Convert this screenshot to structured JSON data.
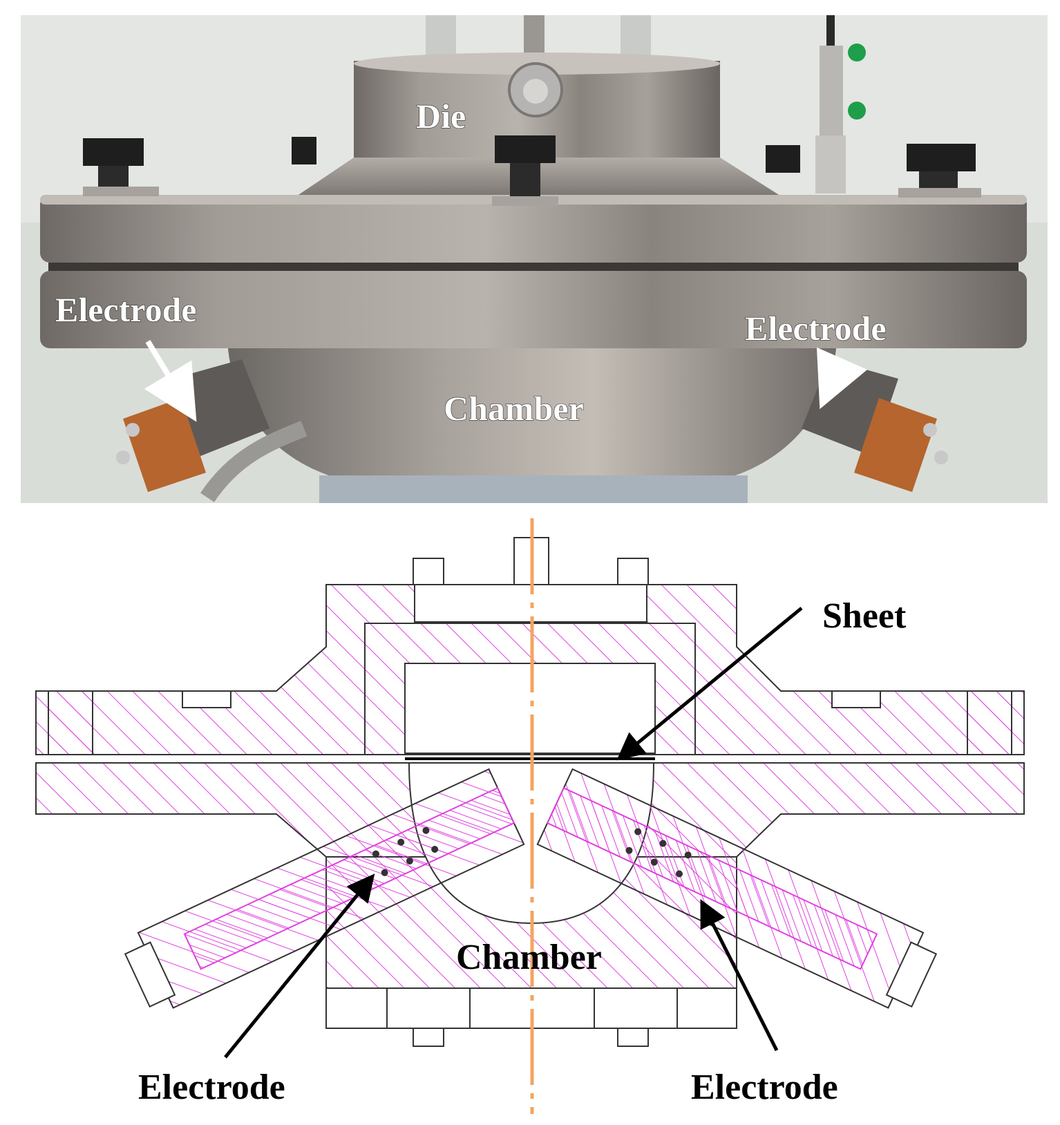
{
  "photo": {
    "labels": {
      "die": "Die",
      "electrode_left": "Electrode",
      "electrode_right": "Electrode",
      "chamber": "Chamber"
    },
    "colors": {
      "background_wall": "#d9ddd8",
      "steel": "#8f8a86",
      "bolt": "#1e1e1e",
      "copper": "#b5652d",
      "base": "#a8b2bb",
      "label": "#ffffff"
    }
  },
  "diagram": {
    "labels": {
      "sheet": "Sheet",
      "chamber": "Chamber",
      "electrode_left": "Electrode",
      "electrode_right": "Electrode"
    },
    "colors": {
      "hatch": "#e040e0",
      "outline": "#333333",
      "centerline": "#f4a460",
      "label": "#000000"
    }
  }
}
